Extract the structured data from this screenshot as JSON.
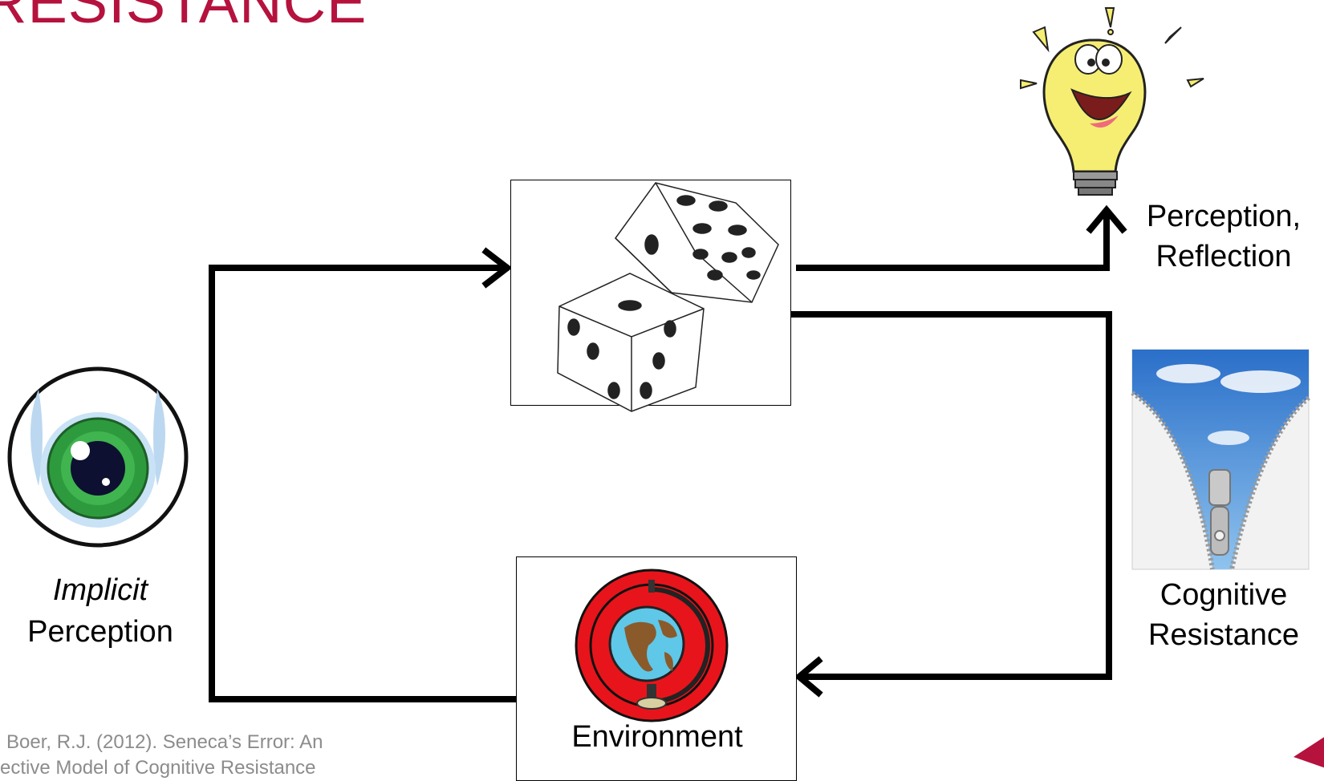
{
  "slide": {
    "title": "RESISTANCE",
    "citation_line1": "Boer, R.J. (2012). Seneca’s Error: An",
    "citation_line2": "ective Model of Cognitive Resistance"
  },
  "labels": {
    "implicit": "Implicit",
    "implicit_perception": "Perception",
    "perception_reflection_1": "Perception,",
    "perception_reflection_2": "Reflection",
    "cognitive": "Cognitive",
    "resistance": "Resistance",
    "environment": "Environment"
  },
  "colors": {
    "title": "#b5123e",
    "arrow": "#000000",
    "eye_iris": "#2e9a3e",
    "bulb": "#f5ee72",
    "globe_ring": "#e8141b",
    "citation": "#8c8c8c"
  },
  "icons": [
    "eye-icon",
    "dice-icon",
    "light-bulb-icon",
    "zipper-sky-image",
    "globe-icon"
  ]
}
